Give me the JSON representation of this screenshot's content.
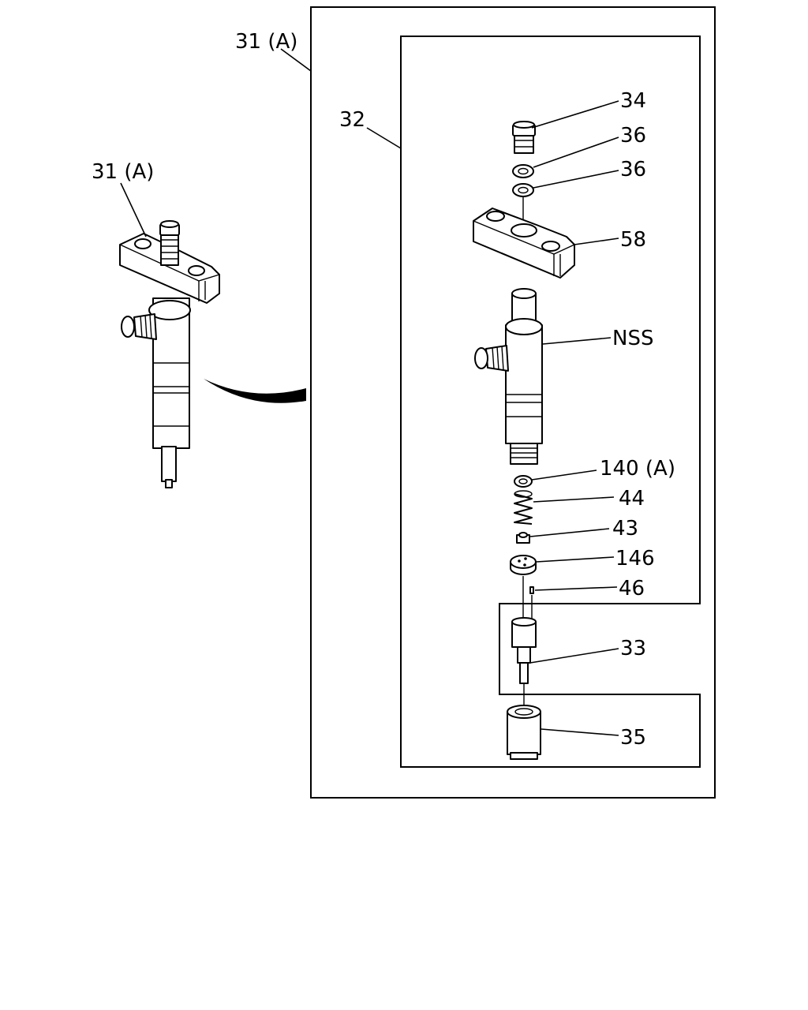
{
  "labels": {
    "assembly_left": "31 (A)",
    "assembly_right": "31 (A)",
    "kit": "32",
    "bolt": "34",
    "washer_upper": "36",
    "washer_lower": "36",
    "clamp": "58",
    "injector_body": "NSS",
    "shim": "140 (A)",
    "spring": "44",
    "pin": "43",
    "spacer": "146",
    "dowel": "46",
    "nozzle": "33",
    "retaining_nut": "35"
  }
}
